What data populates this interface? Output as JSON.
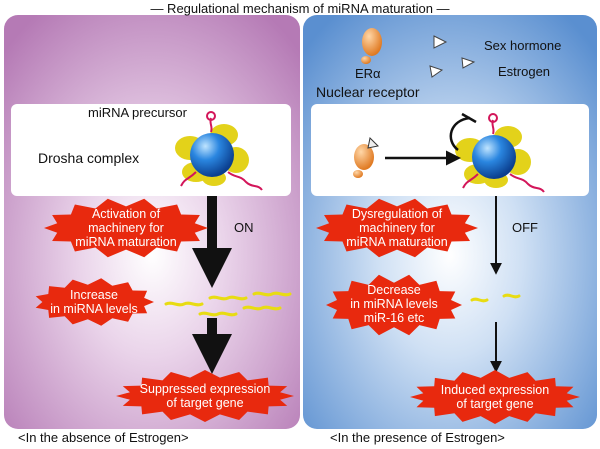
{
  "title": "— Regulational mechanism of miRNA maturation —",
  "left_panel": {
    "caption": "<In the absence of Estrogen>",
    "precursor_label": "miRNA precursor",
    "drosha_label": "Drosha complex",
    "arrow_label": "ON",
    "star1": [
      "Activation of",
      "machinery for",
      "miRNA maturation"
    ],
    "star2": [
      "Increase",
      "in miRNA levels"
    ],
    "star3": [
      "Suppressed expression",
      "of target gene"
    ]
  },
  "right_panel": {
    "caption": "<In the presence of Estrogen>",
    "receptor_symbol": "ERα",
    "receptor_label": "Nuclear receptor",
    "hormone_label": "Sex hormone",
    "estrogen_label": "Estrogen",
    "arrow_label": "OFF",
    "star1": [
      "Dysregulation of",
      "machinery for",
      "miRNA maturation"
    ],
    "star2": [
      "Decrease",
      "in miRNA levels",
      "miR-16 etc"
    ],
    "star3": [
      "Induced expression",
      "of target gene"
    ]
  },
  "colors": {
    "left_bg": "#c792c6",
    "right_bg": "#7aa8dc",
    "star_red": "#e8290e",
    "drosha_blue": "#1c6fd0",
    "drosha_yellow": "#e3d21a",
    "receptor_orange": "#f09a4a"
  }
}
